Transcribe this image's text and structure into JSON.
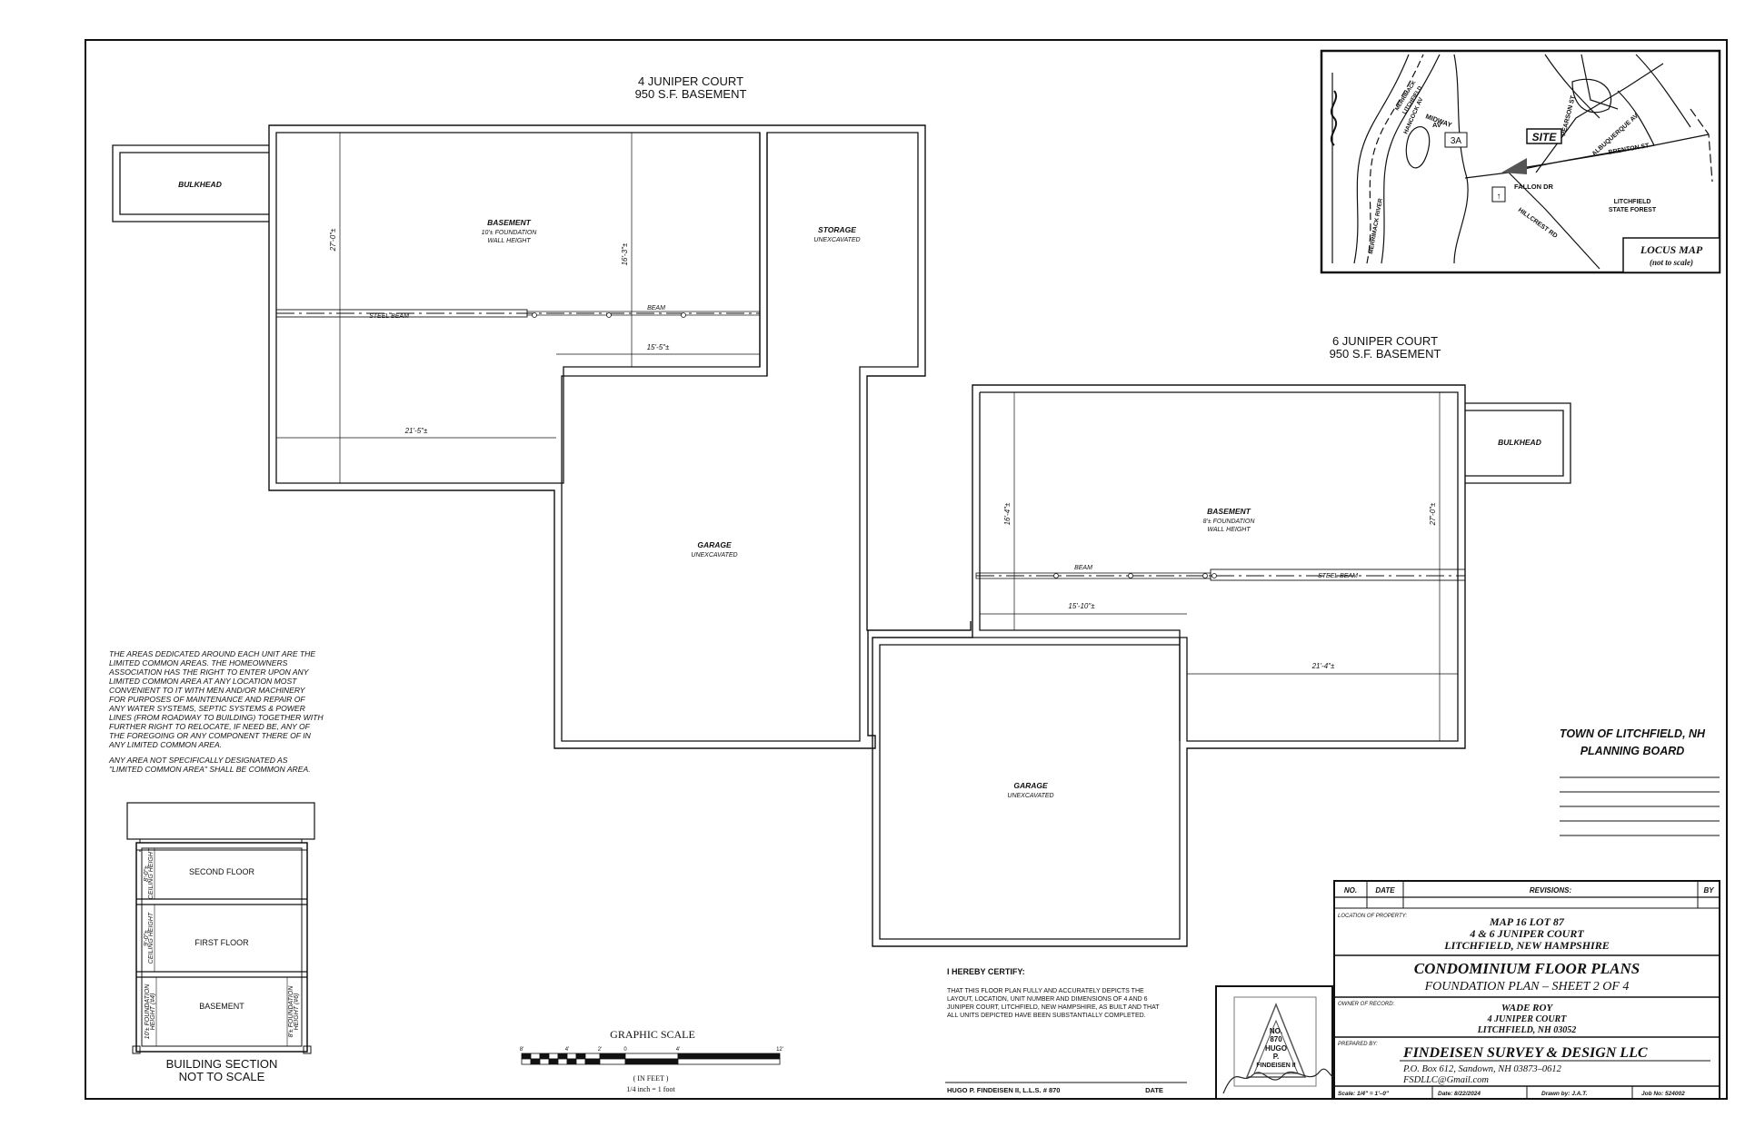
{
  "unit_a": {
    "title": "4 JUNIPER COURT",
    "subtitle": "950 S.F. BASEMENT",
    "bulkhead": "BULKHEAD",
    "basement": "BASEMENT",
    "basement_note_1": "10'± FOUNDATION",
    "basement_note_2": "WALL HEIGHT",
    "storage": "STORAGE",
    "storage_note": "UNEXCAVATED",
    "garage": "GARAGE",
    "garage_note": "UNEXCAVATED",
    "steel_beam": "STEEL BEAM",
    "beam": "BEAM",
    "dim_height": "27'-0\"±",
    "dim_depth": "16'-3\"±",
    "dim_offset": "15'-5\"±",
    "dim_width": "21'-5\"±"
  },
  "unit_b": {
    "title": "6 JUNIPER COURT",
    "subtitle": "950 S.F. BASEMENT",
    "bulkhead": "BULKHEAD",
    "basement": "BASEMENT",
    "basement_note_1": "8'± FOUNDATION",
    "basement_note_2": "WALL HEIGHT",
    "garage": "GARAGE",
    "garage_note": "UNEXCAVATED",
    "steel_beam": "STEEL BEAM",
    "beam": "BEAM",
    "dim_left": "16'-4\"±",
    "dim_right": "27'-0\"±",
    "dim_offset": "15'-10\"±",
    "dim_width": "21'-4\"±"
  },
  "locus": {
    "title": "LOCUS MAP",
    "subtitle": "(not to scale)",
    "site": "SITE",
    "route": "3A",
    "arrow": "↑",
    "streets": [
      "MIDWAY",
      "AV",
      "FALLON DR",
      "HILLCREST RD",
      "BRENTON ST",
      "PEARSON ST",
      "ALBUQUERQUE AV",
      "HANCOCK AV",
      "MERRIMACK RIVER",
      "LITCHFIELD",
      "MERRIMACK"
    ],
    "forest_1": "LITCHFIELD",
    "forest_2": "STATE FOREST"
  },
  "common_note": {
    "lines": [
      "THE AREAS DEDICATED AROUND EACH UNIT ARE THE",
      "LIMITED COMMON AREAS. THE HOMEOWNERS",
      "ASSOCIATION HAS THE RIGHT TO ENTER UPON ANY",
      "LIMITED COMMON AREA AT ANY LOCATION MOST",
      "CONVENIENT TO IT WITH MEN AND/OR MACHINERY",
      "FOR PURPOSES OF MAINTENANCE AND REPAIR OF",
      "ANY WATER SYSTEMS, SEPTIC SYSTEMS & POWER",
      "LINES (FROM ROADWAY TO BUILDING) TOGETHER WITH",
      "FURTHER RIGHT TO RELOCATE, IF NEED BE, ANY OF",
      "THE FOREGOING OR ANY COMPONENT THERE OF IN",
      "ANY LIMITED COMMON AREA."
    ],
    "lines_2": [
      "ANY AREA NOT SPECIFICALLY DESIGNATED AS",
      "\"LIMITED COMMON AREA\" SHALL BE COMMON AREA."
    ]
  },
  "section": {
    "second_floor": "SECOND FLOOR",
    "first_floor": "FIRST FLOOR",
    "basement": "BASEMENT",
    "h_second_1": "8'-0\"±",
    "h_second_2": "CEILING HEIGHT",
    "h_first_1": "9'-0\"±",
    "h_first_2": "CEILING HEIGHT",
    "h_base_l1": "10'± FOUNDATION",
    "h_base_l2": "HEIGHT (#4)",
    "h_base_r1": "8'± FOUNDATION",
    "h_base_r2": "HEIGHT (#6)",
    "title": "BUILDING SECTION",
    "subtitle": "NOT TO SCALE"
  },
  "scale": {
    "title": "GRAPHIC SCALE",
    "ticks": [
      "8'",
      "4'",
      "2'",
      "0",
      "4'",
      "12'"
    ],
    "unit": "( IN FEET )",
    "ratio": "1/4 inch = 1 foot"
  },
  "certify": {
    "heading": "I HEREBY CERTIFY:",
    "lines": [
      "THAT THIS FLOOR PLAN FULLY AND ACCURATELY DEPICTS THE",
      "LAYOUT, LOCATION, UNIT NUMBER AND DIMENSIONS OF 4 AND 6",
      "JUNIPER COURT, LITCHFIELD, NEW HAMPSHIRE, AS BUILT AND THAT",
      "ALL UNITS DEPICTED HAVE BEEN SUBSTANTIALLY COMPLETED."
    ],
    "surveyor": "HUGO P. FINDEISEN II, L.L.S. # 870",
    "date_label": "DATE"
  },
  "stamp": {
    "l1": "NO.",
    "l2": "870",
    "l3": "HUGO",
    "l4": "P.",
    "l5": "FINDEISEN II"
  },
  "board": {
    "line1": "TOWN OF LITCHFIELD, NH",
    "line2": "PLANNING BOARD"
  },
  "title_block": {
    "no": "NO.",
    "date": "DATE",
    "revisions": "REVISIONS:",
    "by": "BY",
    "location_label": "LOCATION OF PROPERTY:",
    "map_lot": "MAP 16   LOT 87",
    "address": "4 & 6 JUNIPER COURT",
    "town": "LITCHFIELD, NEW HAMPSHIRE",
    "plan_title": "CONDOMINIUM FLOOR PLANS",
    "plan_sub": "FOUNDATION PLAN – SHEET 2 OF 4",
    "owner_label": "OWNER OF RECORD:",
    "owner": "WADE ROY",
    "owner_addr": "4 JUNIPER COURT",
    "owner_town": "LITCHFIELD, NH 03052",
    "prepared_label": "PREPARED BY:",
    "firm": "FINDEISEN SURVEY & DESIGN LLC",
    "firm_addr": "P.O. Box 612, Sandown, NH 03873–0612",
    "firm_email": "FSDLLC@Gmail.com",
    "scale": "Scale:  1/4\" = 1'–0\"",
    "date_val": "Date: 8/22/2024",
    "drawn": "Drawn by: J.A.T.",
    "job": "Job No: 524002"
  }
}
